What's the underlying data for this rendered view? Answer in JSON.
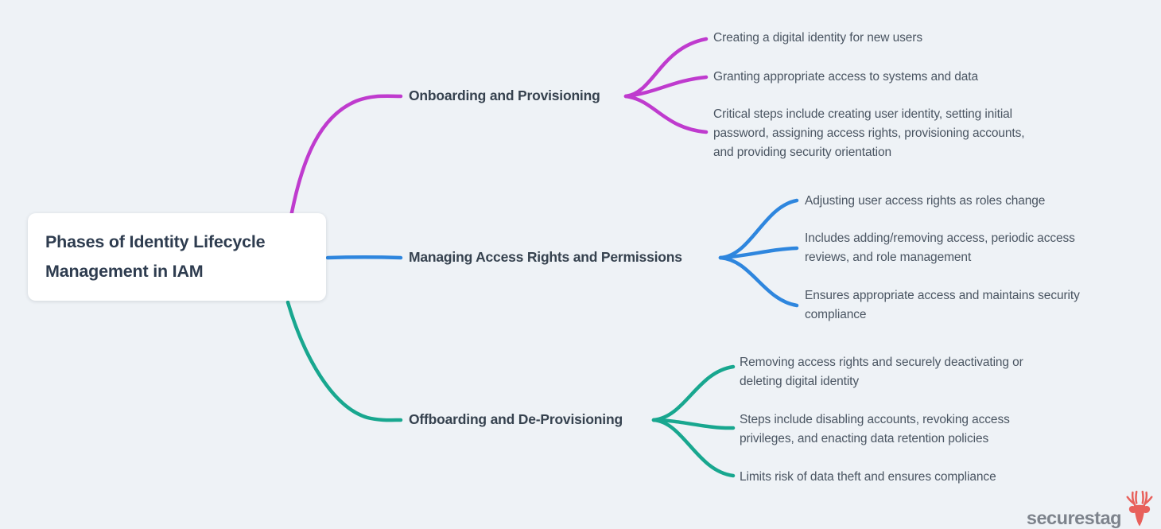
{
  "colors": {
    "background": "#eef2f6",
    "root_bg": "#ffffff",
    "root_text": "#2e3c4f",
    "branch_label_text": "#36424f",
    "leaf_text": "#4a5562"
  },
  "root": {
    "title": "Phases of Identity Lifecycle\nManagement in IAM"
  },
  "branches": [
    {
      "label": "Onboarding and Provisioning",
      "color": "#bf3bce",
      "leaves": [
        "Creating a digital identity for new users",
        "Granting appropriate access to systems and data",
        "Critical steps include creating user identity, setting initial\npassword, assigning access rights, provisioning accounts,\nand providing security orientation"
      ]
    },
    {
      "label": "Managing Access Rights and Permissions",
      "color": "#2e86de",
      "leaves": [
        "Adjusting user access rights as roles change",
        "Includes adding/removing access, periodic access\nreviews, and role management",
        "Ensures appropriate access and maintains security\ncompliance"
      ]
    },
    {
      "label": "Offboarding and De-Provisioning",
      "color": "#18a78f",
      "leaves": [
        "Removing access rights and securely deactivating or\ndeleting digital identity",
        "Steps include disabling accounts, revoking access\nprivileges, and enacting data retention policies",
        "Limits risk of data theft and ensures compliance"
      ]
    }
  ],
  "logo": {
    "text": "securestag",
    "icon": "stag-icon",
    "icon_color": "#e8605b",
    "text_color": "#7d838c"
  }
}
